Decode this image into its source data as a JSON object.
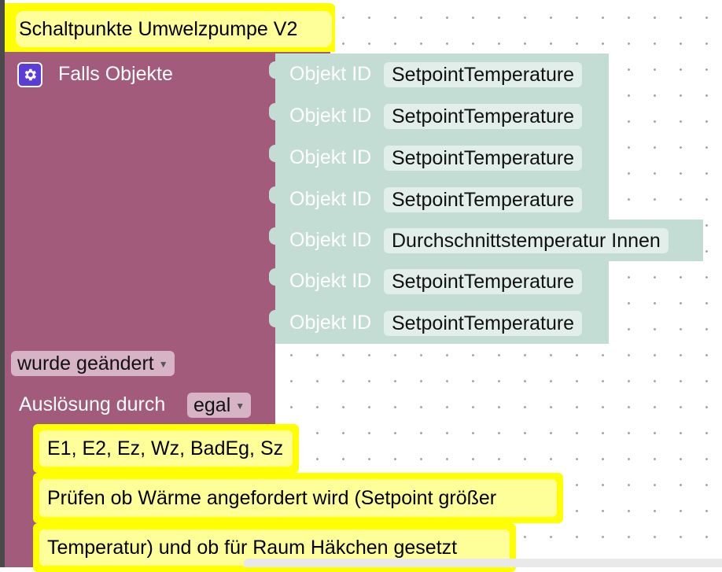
{
  "hat": {
    "title": "Schaltpunkte Umwelzpumpe V2"
  },
  "event": {
    "falls_label": "Falls Objekte",
    "trigger_value": "wurde geändert",
    "trigger_label": "Auslösung durch",
    "trigger_by_value": "egal"
  },
  "objects": [
    {
      "label": "Objekt ID",
      "value": "SetpointTemperature"
    },
    {
      "label": "Objekt ID",
      "value": "SetpointTemperature"
    },
    {
      "label": "Objekt ID",
      "value": "SetpointTemperature"
    },
    {
      "label": "Objekt ID",
      "value": "SetpointTemperature"
    },
    {
      "label": "Objekt ID",
      "value": "Durchschnittstemperatur Innen"
    },
    {
      "label": "Objekt ID",
      "value": "SetpointTemperature"
    },
    {
      "label": "Objekt ID",
      "value": "SetpointTemperature"
    }
  ],
  "comments": [
    "E1, E2, Ez, Wz, BadEg, Sz",
    "Prüfen ob Wärme angefordert wird (Setpoint größer",
    "Temperatur) und ob für Raum Häkchen gesetzt"
  ],
  "colors": {
    "event_block": "#a25b7b",
    "object_block": "#c3ddd5",
    "comment_yellow": "#ffff00",
    "gear": "#5b3cd6"
  }
}
